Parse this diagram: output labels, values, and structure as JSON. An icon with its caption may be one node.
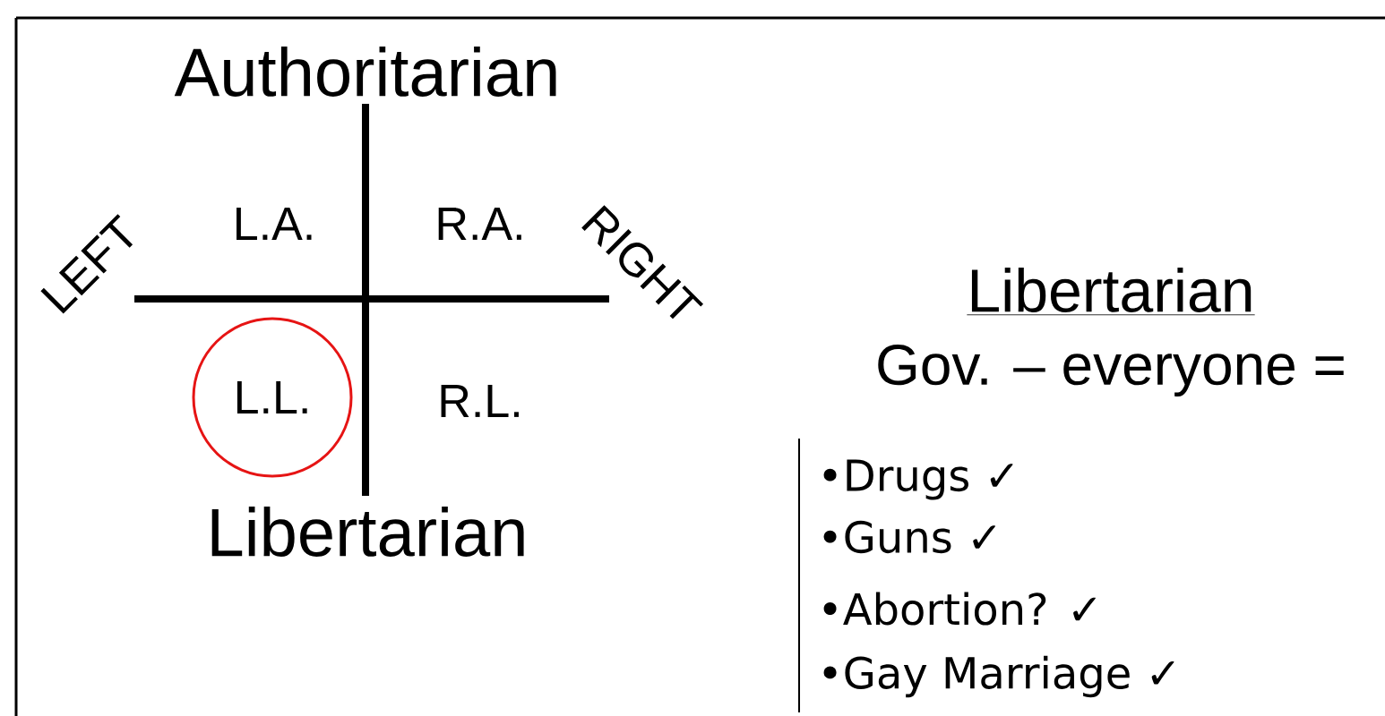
{
  "diagram": {
    "nodes": [
      {
        "text": [
          "L.L."
        ]
      }
    ],
    "labels": [
      "Authoritarian",
      "L.A.",
      "R.A.",
      "LEFT",
      "RIGHT",
      "R.L.",
      "Libertarian",
      "Libertarian",
      "Gov. – everyone =",
      "•Drugs ✓",
      "•Guns ✓",
      "•Abortion? ✓",
      "•Gay Marriage ✓"
    ]
  }
}
